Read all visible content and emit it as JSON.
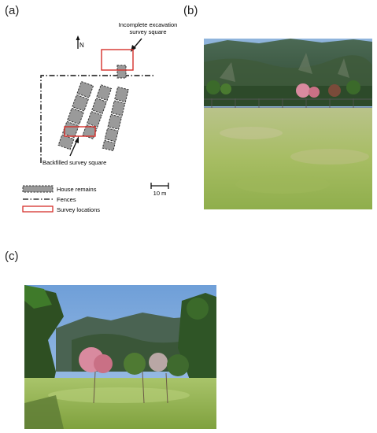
{
  "panels": {
    "a": "(a)",
    "b": "(b)",
    "c": "(c)"
  },
  "map": {
    "north": "N",
    "annotation_incomplete_line1": "Incomplete excavation",
    "annotation_incomplete_line2": "survey square",
    "annotation_backfilled": "Backfilled survey square",
    "scale": "10 m",
    "legend": {
      "house_remains": "House remains",
      "fences": "Fences",
      "survey_locations": "Survey locations"
    }
  },
  "colors": {
    "survey_red": "#d6302b",
    "house_gray": "#9a9a9a",
    "sky": "#8fb4dc",
    "grass": "#a7bd63",
    "forest": "#3f5a3a",
    "blossom": "#d98a9f"
  }
}
